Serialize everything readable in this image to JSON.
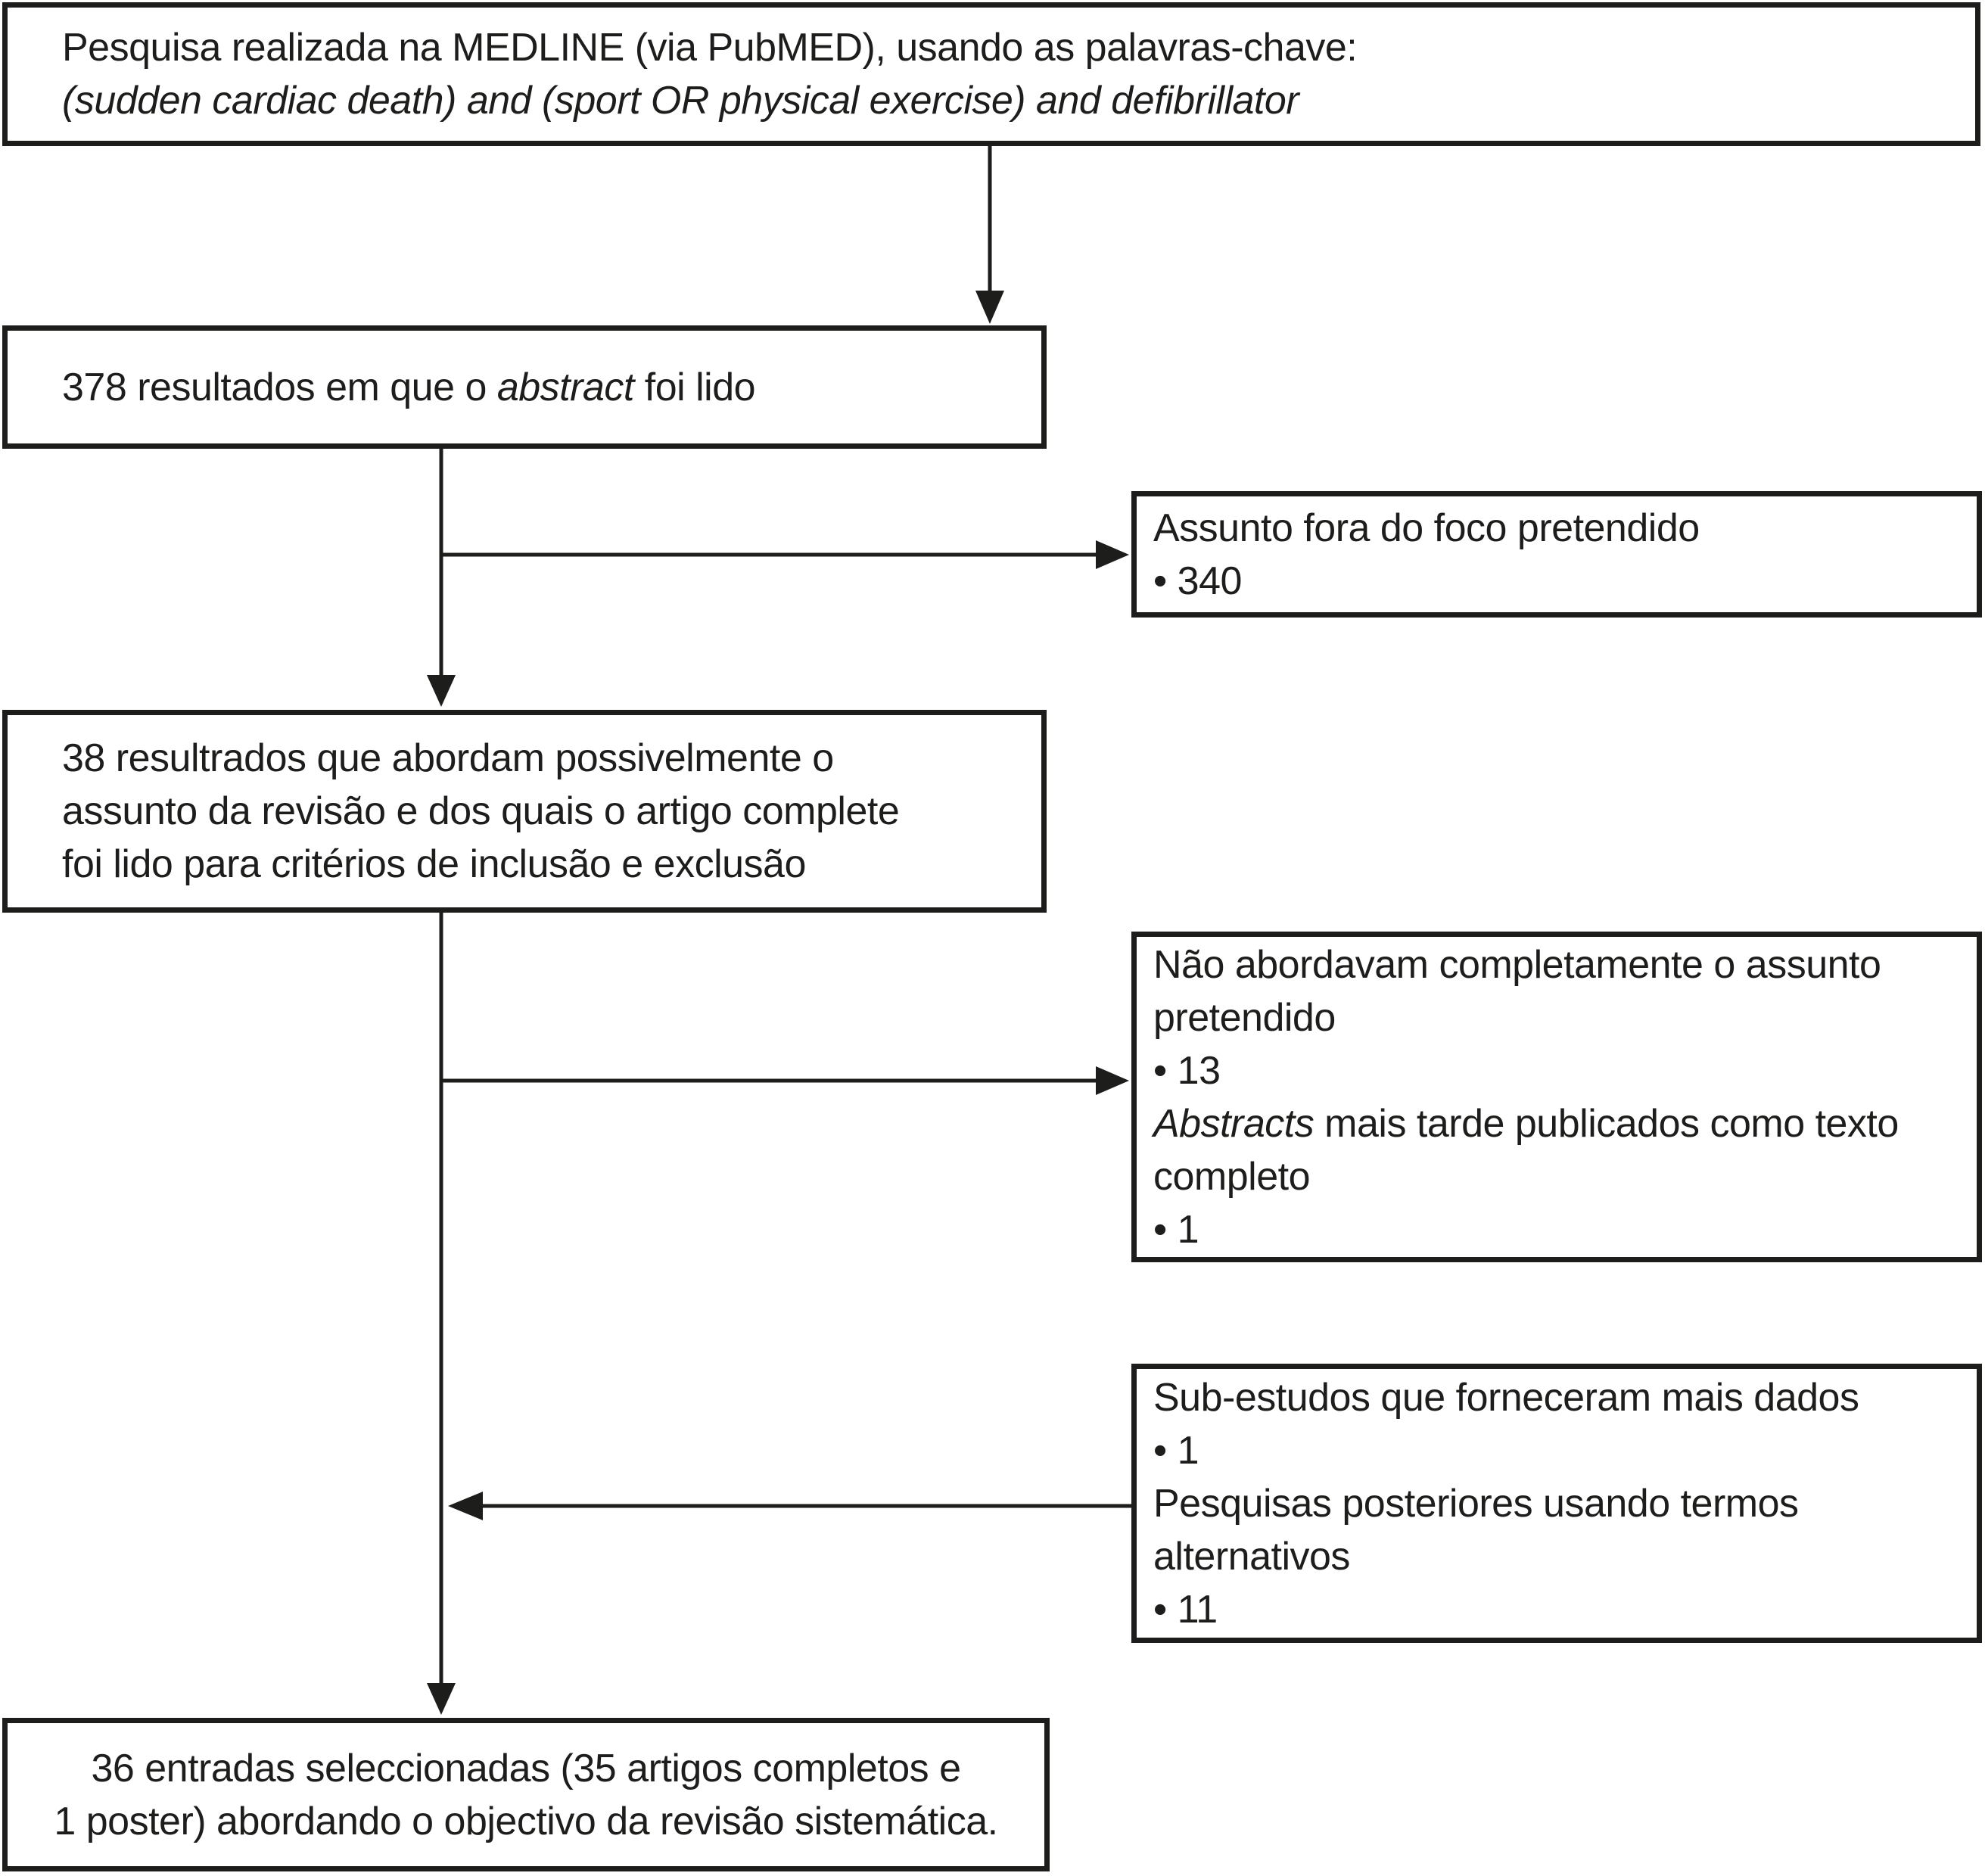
{
  "diagram": {
    "background_color": "#ffffff",
    "line_color": "#1d1d1b",
    "boxes": {
      "search_query": {
        "lines": [
          [
            {
              "t": "Pesquisa realizada na MEDLINE (via PubMED), usando as palavras-chave:"
            }
          ],
          [
            {
              "t": "(sudden cardiac death) and (sport OR physical exercise) and defibrillator",
              "i": true
            }
          ]
        ]
      },
      "abstracts_read": {
        "lines": [
          [
            {
              "t": "378 resultados em que o "
            },
            {
              "t": "abstract",
              "i": true
            },
            {
              "t": " foi lido"
            }
          ]
        ]
      },
      "fulltext_review": {
        "lines": [
          [
            {
              "t": "38 resultrados que abordam possivelmente o"
            }
          ],
          [
            {
              "t": "assunto da revisão e dos quais o artigo complete"
            }
          ],
          [
            {
              "t": "foi lido para critérios de inclusão e exclusão"
            }
          ]
        ]
      },
      "excluded_focus": {
        "lines": [
          [
            {
              "t": "Assunto fora do foco pretendido"
            }
          ],
          [
            {
              "t": "• 340"
            }
          ]
        ]
      },
      "excluded_incomplete": {
        "lines": [
          [
            {
              "t": "Não abordavam completamente o assunto"
            }
          ],
          [
            {
              "t": "pretendido"
            }
          ],
          [
            {
              "t": "• 13"
            }
          ],
          [
            {
              "t": "Abstracts",
              "i": true
            },
            {
              "t": " mais tarde publicados como texto"
            }
          ],
          [
            {
              "t": "completo"
            }
          ],
          [
            {
              "t": "• 1"
            }
          ]
        ]
      },
      "substudies": {
        "lines": [
          [
            {
              "t": "Sub-estudos que forneceram mais dados"
            }
          ],
          [
            {
              "t": "• 1"
            }
          ],
          [
            {
              "t": "Pesquisas posteriores usando termos"
            }
          ],
          [
            {
              "t": "alternativos"
            }
          ],
          [
            {
              "t": "• 11"
            }
          ]
        ]
      },
      "final_selection": {
        "lines": [
          [
            {
              "t": "36 entradas seleccionadas (35 artigos completos e"
            }
          ],
          [
            {
              "t": "1 poster) abordando o objectivo da revisão sistemática."
            }
          ]
        ]
      }
    }
  }
}
